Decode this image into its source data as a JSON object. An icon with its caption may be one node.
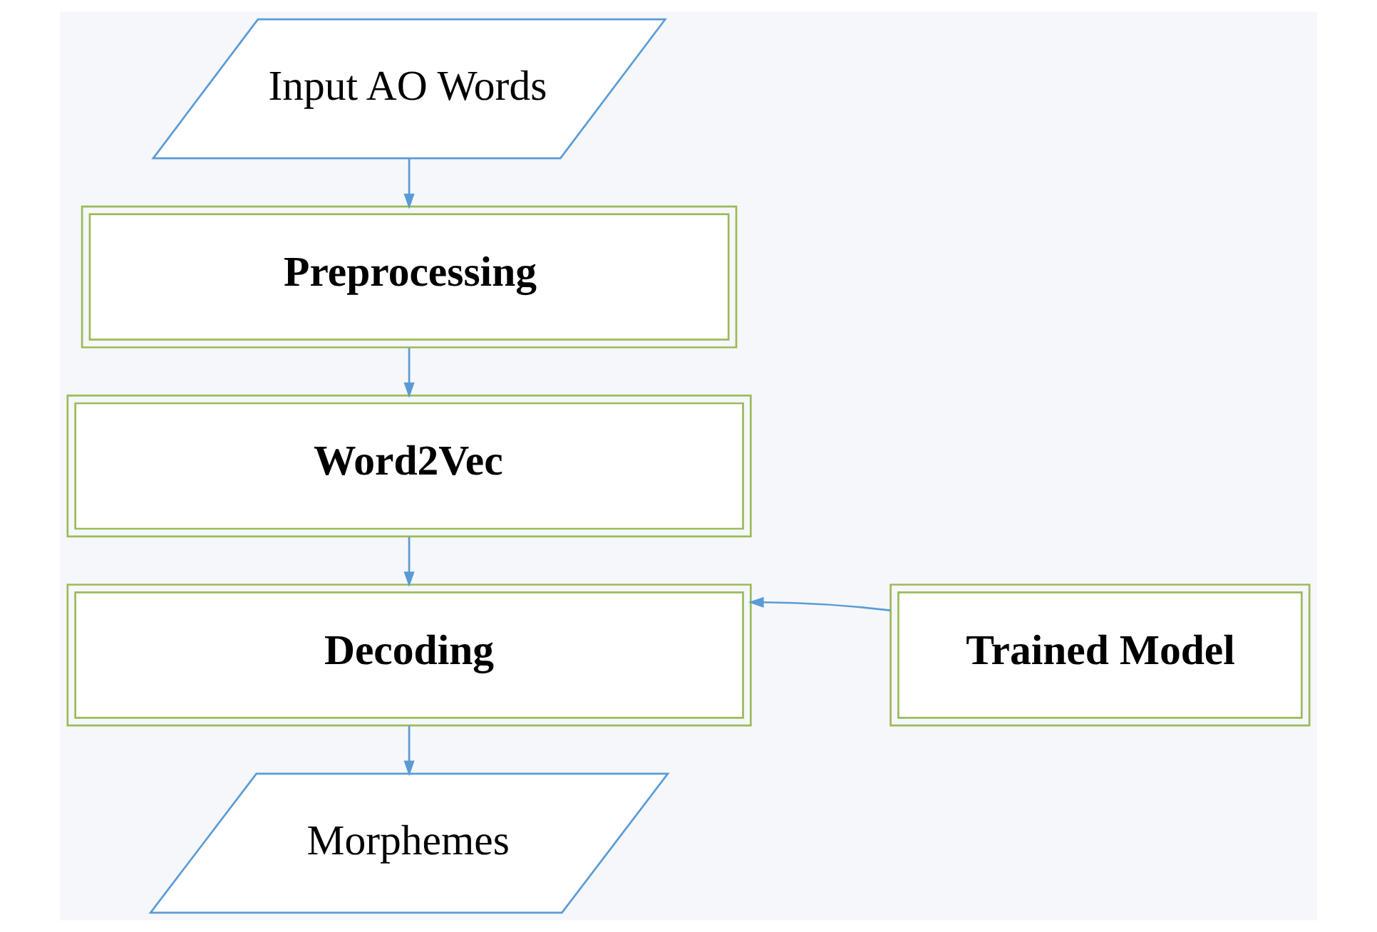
{
  "diagram": {
    "nodes": [
      {
        "text": [
          "Input AO Words"
        ]
      },
      {
        "text": [
          "Preprocessing"
        ]
      },
      {
        "text": [
          "Word2Vec"
        ]
      },
      {
        "text": [
          "Decoding"
        ]
      },
      {
        "text": [
          "Trained Model"
        ]
      },
      {
        "text": [
          "Morphemes"
        ]
      }
    ],
    "edges": [
      {
        "from": 0,
        "to": 1,
        "arrow": "to"
      },
      {
        "from": 1,
        "to": 2,
        "arrow": "to"
      },
      {
        "from": 2,
        "to": 3,
        "arrow": "to"
      },
      {
        "from": 4,
        "to": 3,
        "arrow": "to"
      },
      {
        "from": 3,
        "to": 5,
        "arrow": "to"
      }
    ]
  }
}
